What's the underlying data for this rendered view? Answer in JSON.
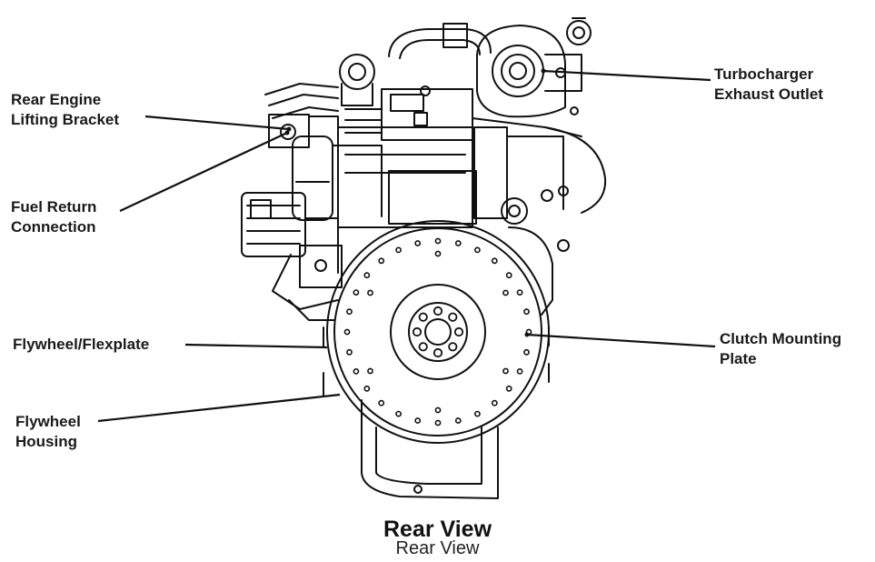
{
  "callouts": {
    "rear_engine_lifting_bracket": "Rear Engine\nLifting Bracket",
    "fuel_return_connection": "Fuel Return\nConnection",
    "flywheel_flexplate": "Flywheel/Flexplate",
    "flywheel_housing": "Flywheel\nHousing",
    "turbocharger_exhaust_outlet": "Turbocharger\nExhaust Outlet",
    "clutch_mounting_plate": "Clutch Mounting\nPlate"
  },
  "caption": {
    "title": "Rear View",
    "subtitle": "Rear View"
  },
  "colors": {
    "line": "#111111",
    "background": "#ffffff"
  }
}
